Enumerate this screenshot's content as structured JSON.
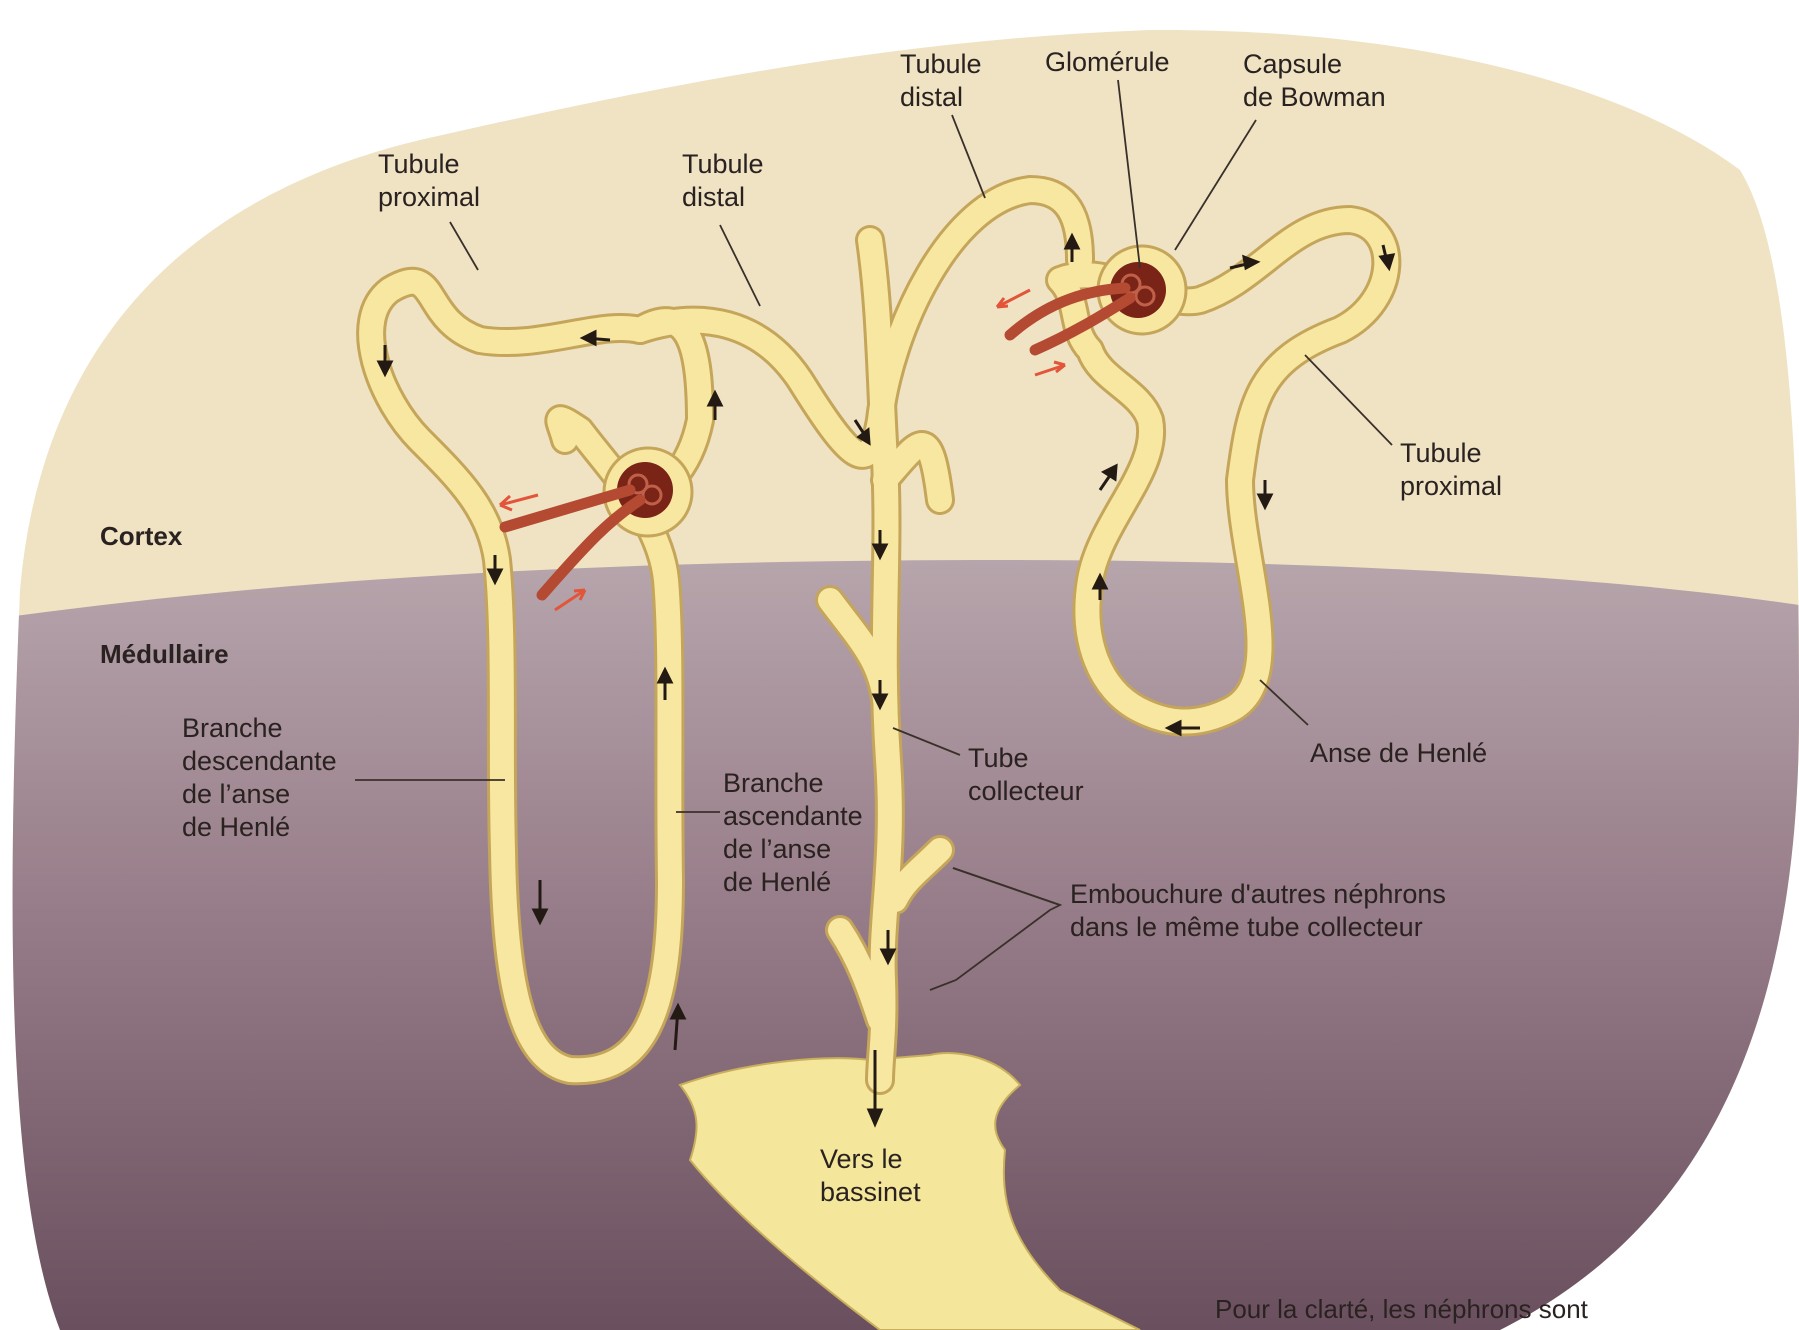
{
  "zones": {
    "cortex": "Cortex",
    "medullaire": "Médullaire"
  },
  "labels": {
    "tubule_proximal_left": [
      "Tubule",
      "proximal"
    ],
    "tubule_distal_left": [
      "Tubule",
      "distal"
    ],
    "tubule_distal_top": [
      "Tubule",
      "distal"
    ],
    "glomerule": [
      "Glomérule"
    ],
    "capsule_bowman": [
      "Capsule",
      "de Bowman"
    ],
    "tubule_proximal_right": [
      "Tubule",
      "proximal"
    ],
    "anse_henle": [
      "Anse de Henlé"
    ],
    "branche_descendante": [
      "Branche",
      "descendante",
      "de l’anse",
      "de Henlé"
    ],
    "branche_ascendante": [
      "Branche",
      "ascendante",
      "de l’anse",
      "de Henlé"
    ],
    "tube_collecteur": [
      "Tube",
      "collecteur"
    ],
    "embouchure": [
      "Embouchure d'autres néphrons",
      "dans le même tube collecteur"
    ],
    "vers_bassinet": [
      "Vers le",
      "bassinet"
    ]
  },
  "footnote": "Pour la clarté, les néphrons sont",
  "colors": {
    "cortex": "#efe3c4",
    "medulla_top": "#b6a4ab",
    "medulla_bottom": "#6f5563",
    "tubule": "#f7e7a1",
    "tubule_outline": "#c4a55a",
    "pelvis": "#f4e69a",
    "vessel": "#b54a33",
    "glomerulus": "#7a2417",
    "arrow": "#231a14",
    "flow_arrow": "#e2553a",
    "leader": "#3a302a"
  }
}
